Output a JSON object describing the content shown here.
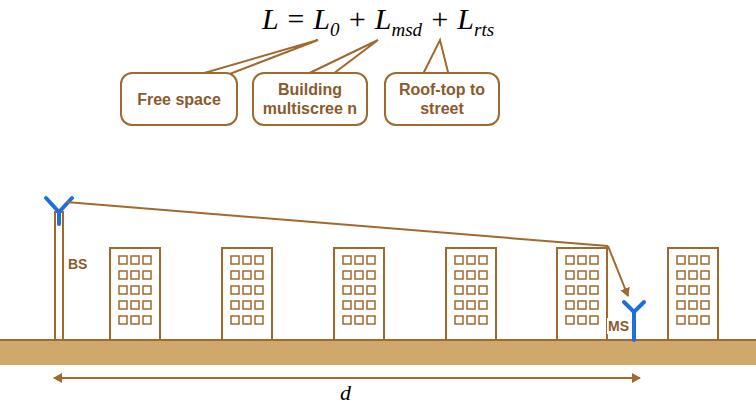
{
  "diagram": {
    "nodes": [
      {
        "text": [
          "Free space"
        ]
      },
      {
        "text": [
          "Building multiscree n"
        ]
      },
      {
        "text": [
          "Roof-top to street"
        ]
      }
    ],
    "labels": [
      "L = L",
      "0",
      " + L",
      "msd",
      " + L",
      "rts",
      "BS",
      "MS",
      "d"
    ]
  }
}
